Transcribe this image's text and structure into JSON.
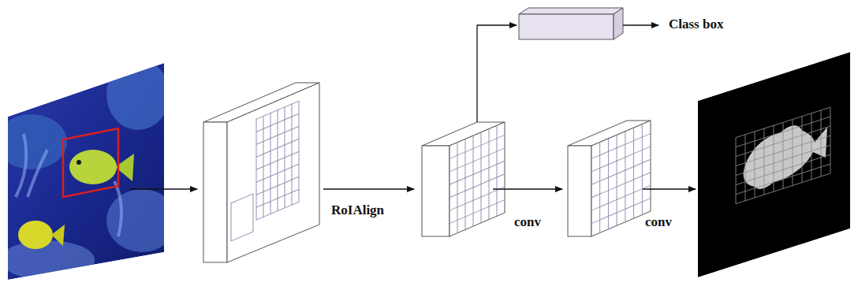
{
  "diagram": {
    "labels": [
      "Class box",
      "RoIAlign",
      "conv",
      "conv"
    ]
  }
}
